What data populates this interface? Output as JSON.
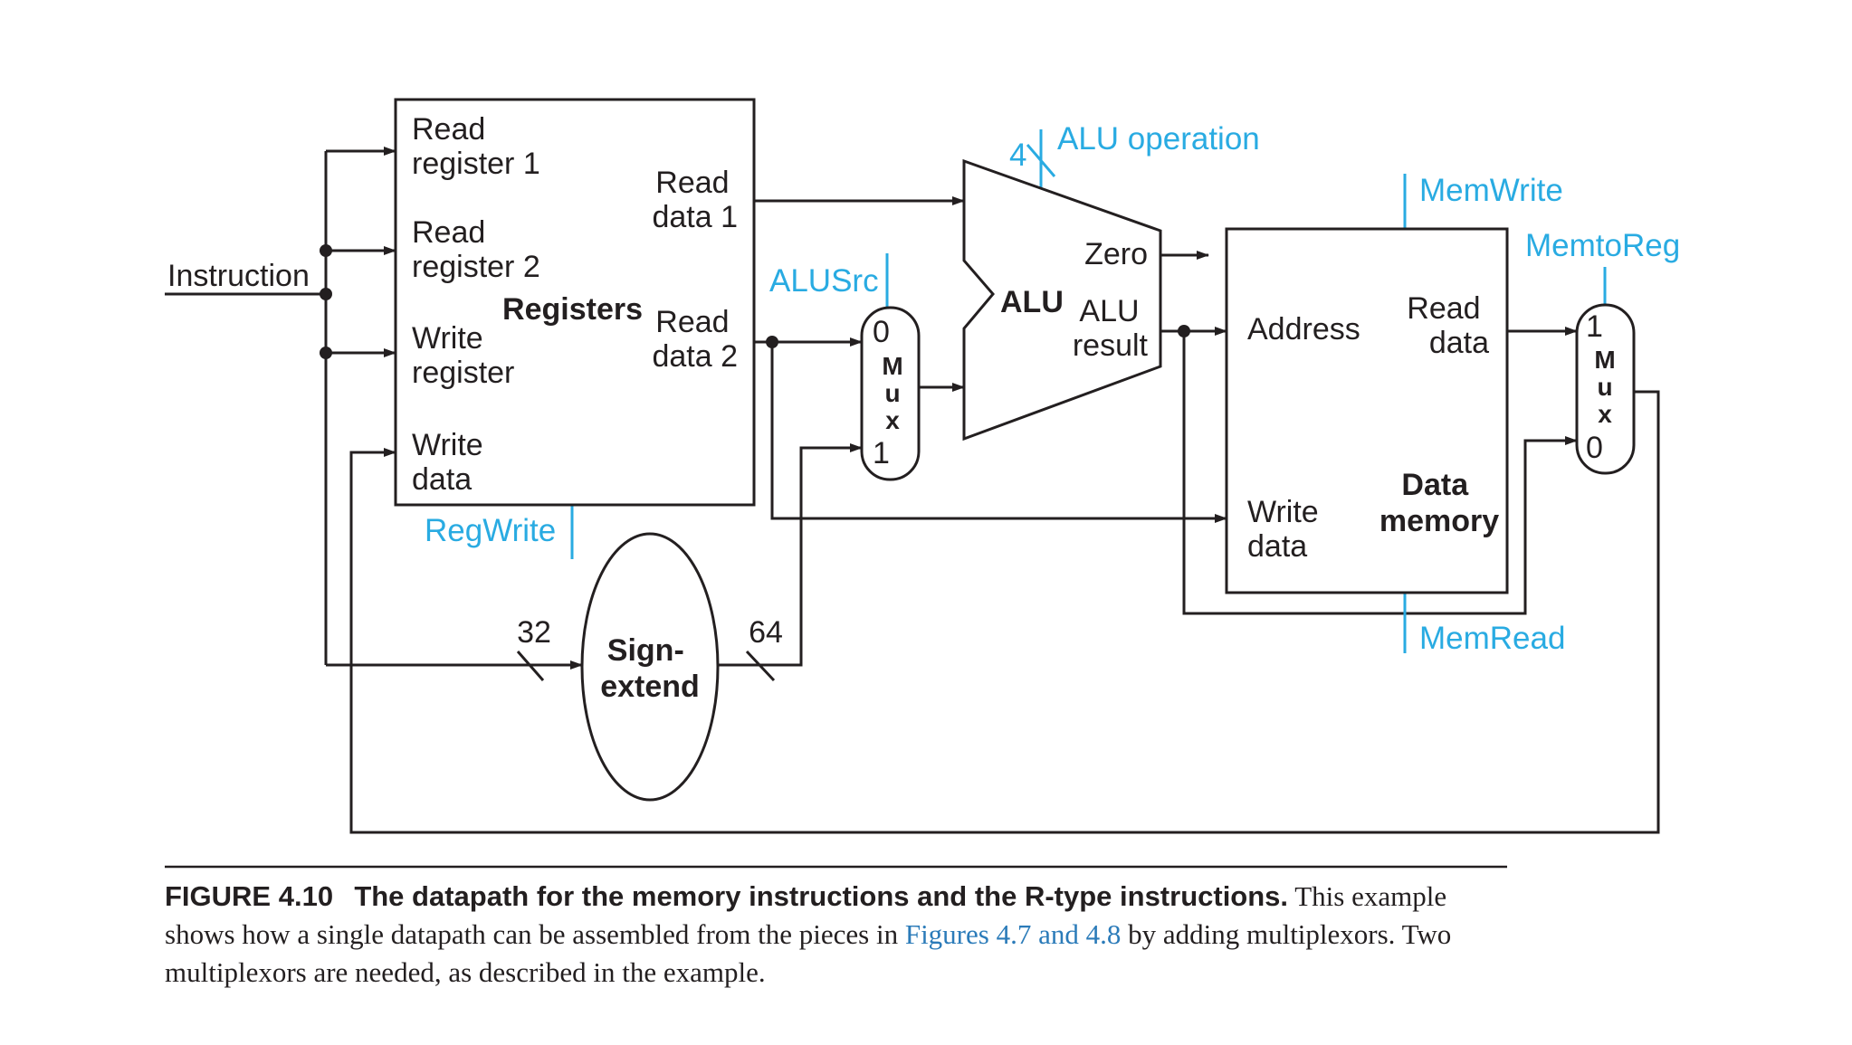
{
  "diagram": {
    "instruction": "Instruction",
    "registers": {
      "title": "Registers",
      "read_register_1": [
        "Read",
        "register 1"
      ],
      "read_register_2": [
        "Read",
        "register 2"
      ],
      "write_register": [
        "Write",
        "register"
      ],
      "write_data": [
        "Write",
        "data"
      ],
      "read_data_1": [
        "Read",
        "data 1"
      ],
      "read_data_2": [
        "Read",
        "data 2"
      ]
    },
    "sign_extend": [
      "Sign-",
      "extend"
    ],
    "bus_widths": {
      "in": "32",
      "out": "64",
      "alu_op": "4"
    },
    "alu": {
      "title": "ALU",
      "zero": "Zero",
      "result": [
        "ALU",
        "result"
      ]
    },
    "mux1": {
      "letters": [
        "M",
        "u",
        "x"
      ],
      "input_top": "0",
      "input_bottom": "1"
    },
    "mux2": {
      "letters": [
        "M",
        "u",
        "x"
      ],
      "input_top": "1",
      "input_bottom": "0"
    },
    "data_memory": {
      "title": [
        "Data",
        "memory"
      ],
      "address": "Address",
      "read_data": [
        "Read",
        "data"
      ],
      "write_data": [
        "Write",
        "data"
      ]
    },
    "controls": {
      "reg_write": "RegWrite",
      "alu_src": "ALUSrc",
      "alu_operation": "ALU operation",
      "mem_write": "MemWrite",
      "mem_read": "MemRead",
      "mem_to_reg": "MemtoReg"
    },
    "colors": {
      "ink": "#231f20",
      "control": "#29abe2",
      "link": "#2b7bb9"
    }
  },
  "caption": {
    "figure_number": "FIGURE 4.10",
    "title": "The datapath for the memory instructions and the R-type instructions.",
    "text_1": "This example shows how a single datapath can be assembled from the pieces in",
    "link": "Figures 4.7 and 4.8",
    "text_2": "by adding multiplexors. Two multiplexors are needed, as described in the example."
  }
}
